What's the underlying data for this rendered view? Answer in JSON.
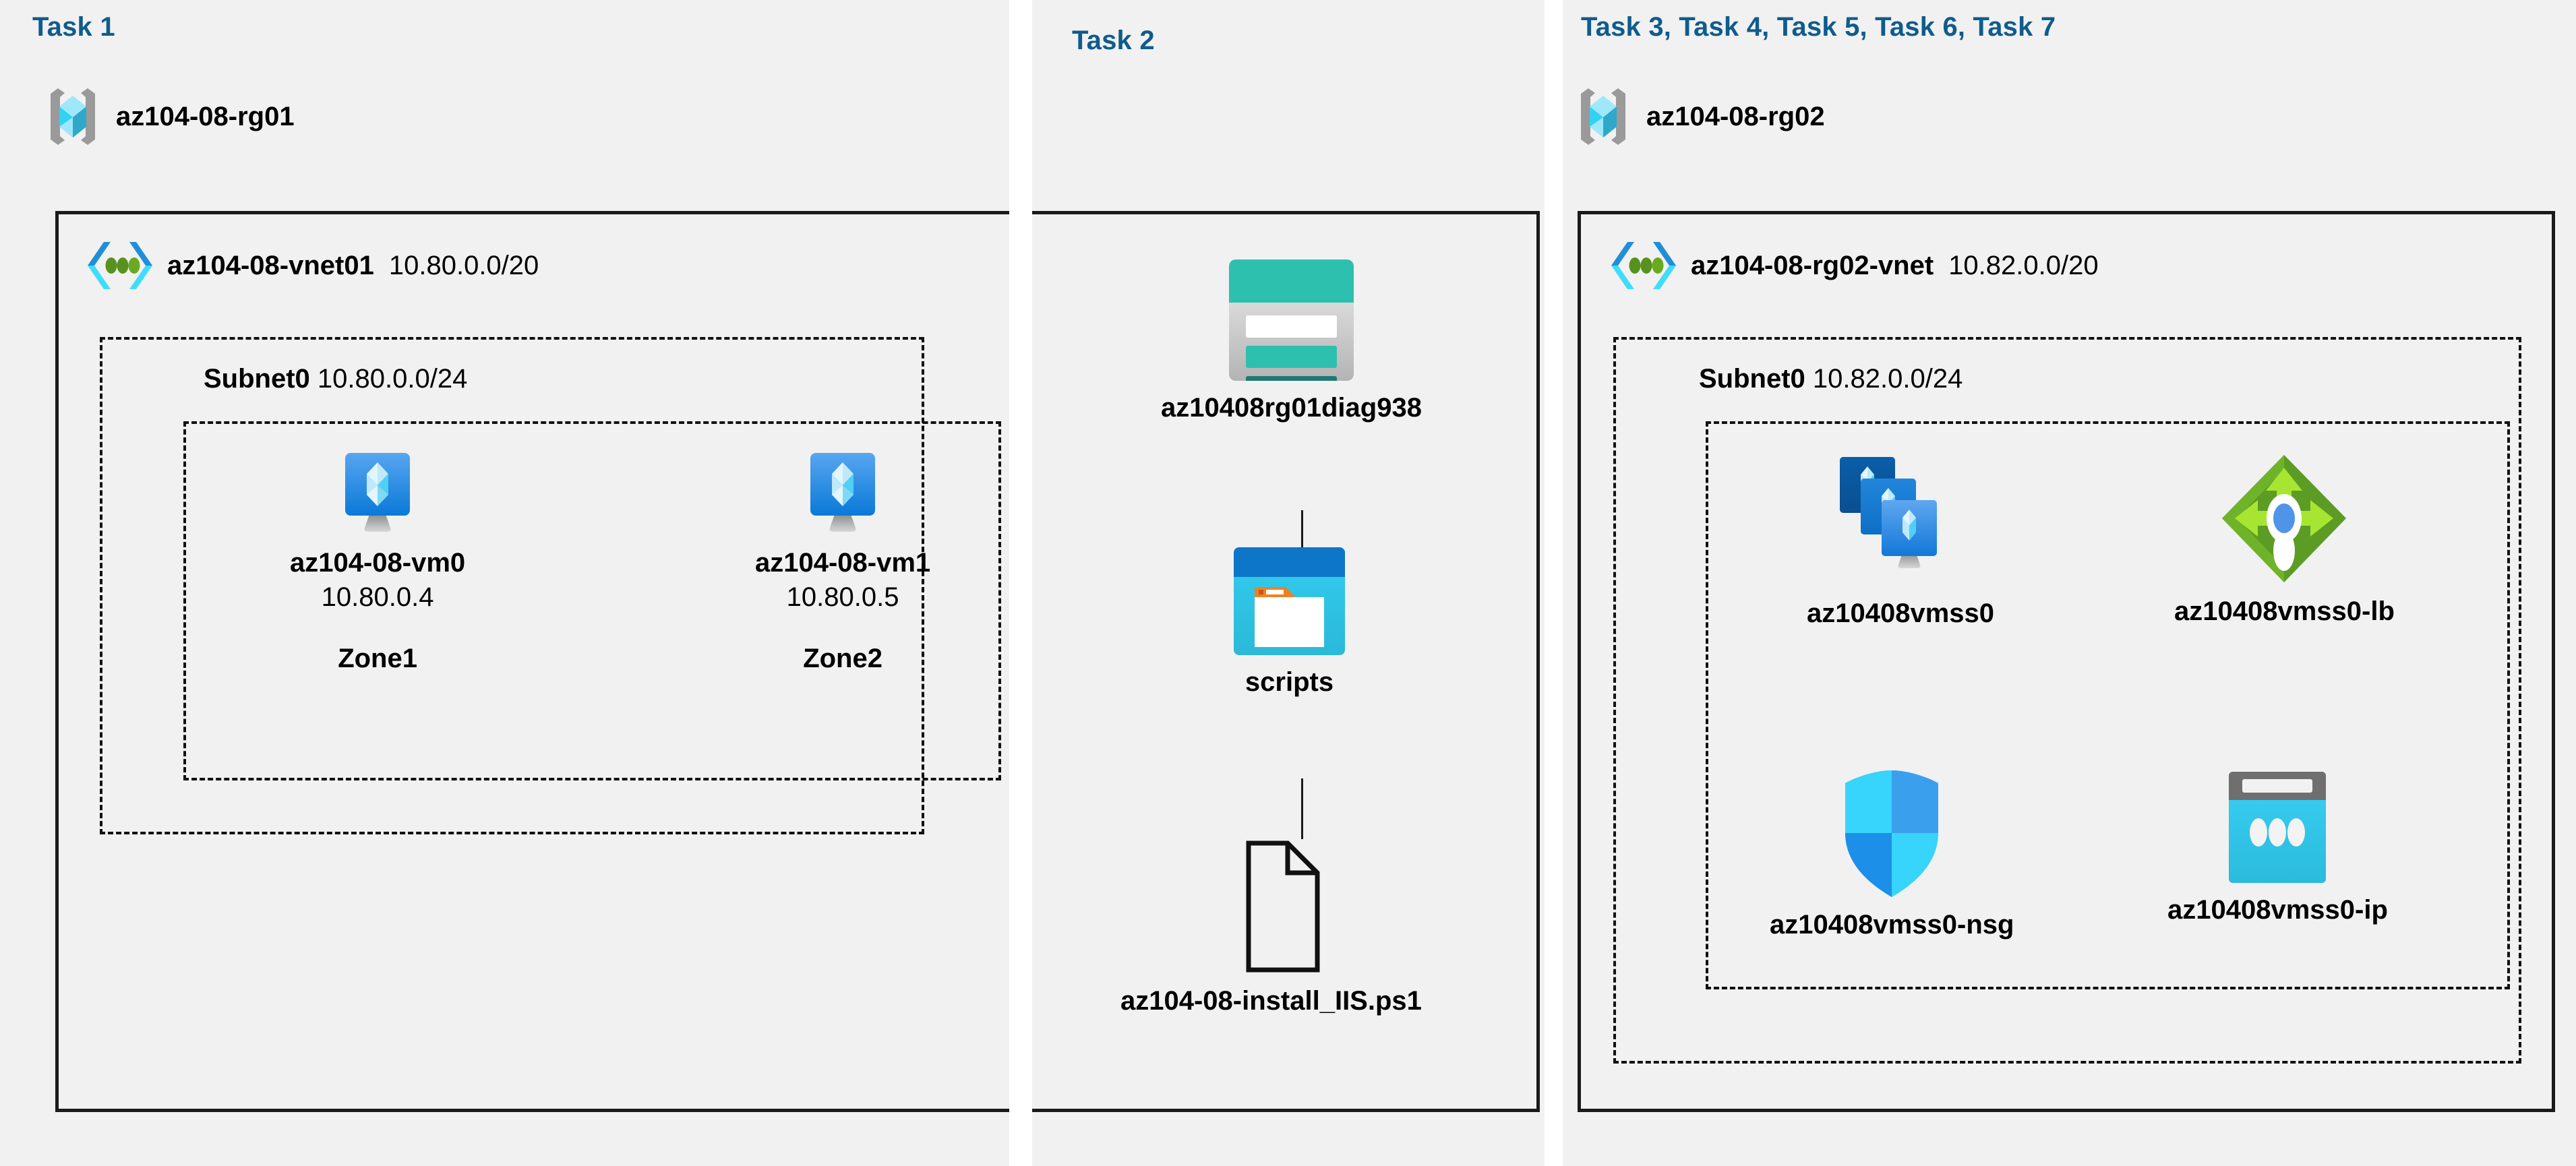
{
  "diagram": {
    "title": "Azure AZ-104 Lab 08 architecture",
    "accent_heading_color": "#0f5c8c",
    "panel_background": "#f1f1f1",
    "border_color": "#1a1a1a"
  },
  "tasks": {
    "task1_heading": "Task 1",
    "task2_heading": "Task 2",
    "task3_heading": "Task 3, Task 4, Task 5, Task 6, Task 7"
  },
  "resource_groups": [
    {
      "name": "az104-08-rg01",
      "icon": "resource-group-icon"
    },
    {
      "name": "az104-08-rg02",
      "icon": "resource-group-icon"
    }
  ],
  "vnets": [
    {
      "name": "az104-08-vnet01",
      "cidr": "10.80.0.0/20",
      "icon": "virtual-network-icon"
    },
    {
      "name": "az104-08-rg02-vnet",
      "cidr": "10.82.0.0/20",
      "icon": "virtual-network-icon"
    }
  ],
  "subnets": [
    {
      "name": "Subnet0",
      "cidr": "10.80.0.0/24"
    },
    {
      "name": "Subnet0",
      "cidr": "10.82.0.0/24"
    }
  ],
  "vms": [
    {
      "name": "az104-08-vm0",
      "ip": "10.80.0.4",
      "zone": "Zone1",
      "icon": "virtual-machine-icon"
    },
    {
      "name": "az104-08-vm1",
      "ip": "10.80.0.5",
      "zone": "Zone2",
      "icon": "virtual-machine-icon"
    }
  ],
  "storage": {
    "account": {
      "name": "az10408rg01diag938",
      "icon": "storage-account-icon"
    },
    "container": {
      "name": "scripts",
      "icon": "blob-container-icon"
    },
    "file": {
      "name": "az104-08-install_IIS.ps1",
      "icon": "script-file-icon"
    }
  },
  "scale_set_resources": [
    {
      "name": "az10408vmss0",
      "icon": "vm-scale-set-icon"
    },
    {
      "name": "az10408vmss0-lb",
      "icon": "load-balancer-icon"
    },
    {
      "name": "az10408vmss0-nsg",
      "icon": "network-security-group-icon"
    },
    {
      "name": "az10408vmss0-ip",
      "icon": "public-ip-address-icon"
    }
  ]
}
